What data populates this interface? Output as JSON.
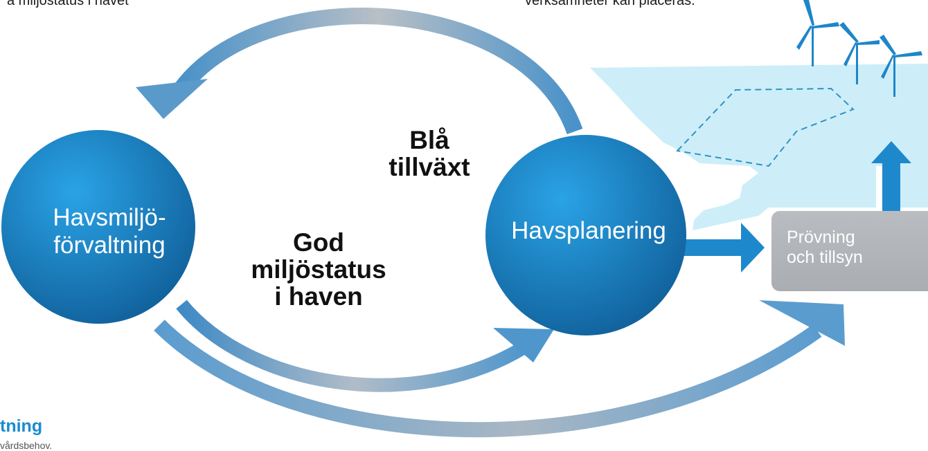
{
  "cropped_text": {
    "top_left": "a miljöstatus i havet",
    "top_right": "verksamheter kan placeras."
  },
  "nodes": {
    "havsmiljo": "Havsmiljö-\nförvaltning",
    "havsplanering": "Havsplanering",
    "provning": "Prövning\noch tillsyn"
  },
  "goals": {
    "bla_tillvaxt": "Blå\ntillväxt",
    "god_miljostatus": "God\nmiljöstatus\ni haven"
  },
  "bottom_left": {
    "heading": "tning",
    "sub": "vårdsbehov."
  },
  "colors": {
    "circle_blue": "#1a7fc4",
    "arrow_blue": "#5f9fd0",
    "sea_light": "#cdeef8",
    "box_gray": "#b3b6bb"
  },
  "icons": [
    "wind-turbine-icon",
    "sea-area-icon",
    "dashed-zone-icon"
  ]
}
